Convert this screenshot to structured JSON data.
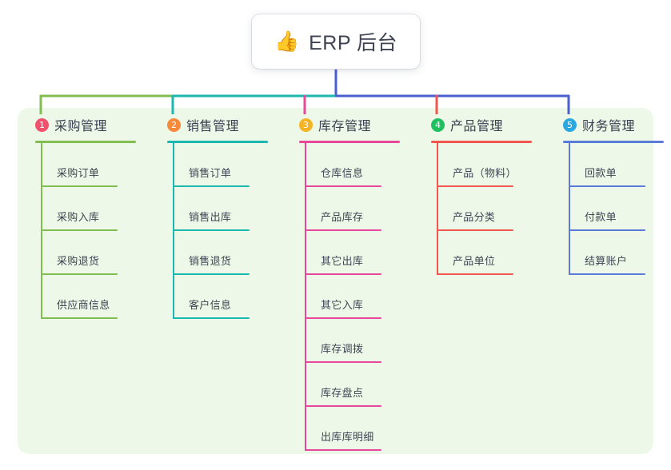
{
  "diagram": {
    "type": "mindmap",
    "background": "#ffffff",
    "panel_color": "#eef8e8",
    "root": {
      "icon": "thumbs-up-icon",
      "emoji": "👍",
      "title": "ERP 后台",
      "stem_color": "#4a5fd0"
    },
    "connector": {
      "segments": [
        {
          "name": "left-green",
          "color": "#82bd52"
        },
        {
          "name": "mid-teal",
          "color": "#1bb8b0"
        },
        {
          "name": "right-blue",
          "color": "#4a5fd0"
        }
      ]
    },
    "branches": [
      {
        "index": "1",
        "title": "采购管理",
        "badge_color": "#f0526d",
        "line_color": "#82bd52",
        "drop_color": "#82bd52",
        "items": [
          "采购订单",
          "采购入库",
          "采购退货",
          "供应商信息"
        ]
      },
      {
        "index": "2",
        "title": "销售管理",
        "badge_color": "#f58a3c",
        "line_color": "#1bb8b0",
        "drop_color": "#1bb8b0",
        "items": [
          "销售订单",
          "销售出库",
          "销售退货",
          "客户信息"
        ]
      },
      {
        "index": "3",
        "title": "库存管理",
        "badge_color": "#f5b425",
        "line_color": "#e8489a",
        "drop_color": "#e8489a",
        "items": [
          "仓库信息",
          "产品库存",
          "其它出库",
          "其它入库",
          "库存调拨",
          "库存盘点",
          "出库库明细"
        ]
      },
      {
        "index": "4",
        "title": "产品管理",
        "badge_color": "#20c060",
        "line_color": "#f2564f",
        "drop_color": "#f2564f",
        "items": [
          "产品（物料）",
          "产品分类",
          "产品单位"
        ]
      },
      {
        "index": "5",
        "title": "财务管理",
        "badge_color": "#2ca8e0",
        "line_color": "#5b7bd8",
        "drop_color": "#4a5fd0",
        "items": [
          "回款单",
          "付款单",
          "结算账户"
        ]
      }
    ]
  }
}
